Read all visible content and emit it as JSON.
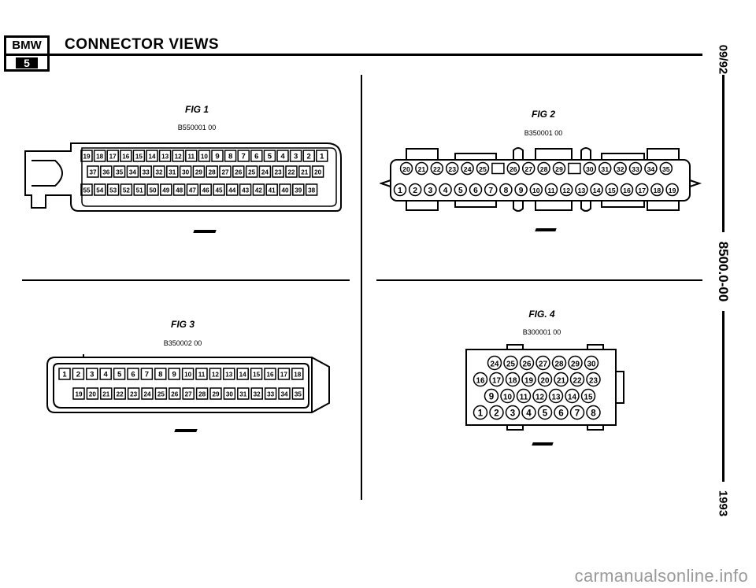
{
  "header": {
    "logo_text": "BMW",
    "logo_series": "5",
    "title": "CONNECTOR VIEWS"
  },
  "side_text": {
    "date": "09/92",
    "doc_number": "8500.0-00",
    "year": "1993"
  },
  "figures": [
    {
      "label": "FIG 1",
      "code": "B550001 00",
      "rows": [
        [
          "19",
          "18",
          "17",
          "16",
          "15",
          "14",
          "13",
          "12",
          "11",
          "10",
          "9",
          "8",
          "7",
          "6",
          "5",
          "4",
          "3",
          "2",
          "1"
        ],
        [
          "37",
          "36",
          "35",
          "34",
          "33",
          "32",
          "31",
          "30",
          "29",
          "28",
          "27",
          "26",
          "25",
          "24",
          "23",
          "22",
          "21",
          "20"
        ],
        [
          "55",
          "54",
          "53",
          "52",
          "51",
          "50",
          "49",
          "48",
          "47",
          "46",
          "45",
          "44",
          "43",
          "42",
          "41",
          "40",
          "39",
          "38"
        ]
      ]
    },
    {
      "label": "FIG 2",
      "code": "B350001 00",
      "rows": [
        [
          "20",
          "21",
          "22",
          "23",
          "24",
          "25",
          "",
          "26",
          "27",
          "28",
          "29",
          "",
          "30",
          "31",
          "32",
          "33",
          "34",
          "35"
        ],
        [
          "1",
          "2",
          "3",
          "4",
          "5",
          "6",
          "7",
          "8",
          "9",
          "10",
          "11",
          "12",
          "13",
          "14",
          "15",
          "16",
          "17",
          "18",
          "19"
        ]
      ]
    },
    {
      "label": "FIG 3",
      "code": "B350002 00",
      "rows": [
        [
          "1",
          "2",
          "3",
          "4",
          "5",
          "6",
          "7",
          "8",
          "9",
          "10",
          "11",
          "12",
          "13",
          "14",
          "15",
          "16",
          "17",
          "18"
        ],
        [
          "19",
          "20",
          "21",
          "22",
          "23",
          "24",
          "25",
          "26",
          "27",
          "28",
          "29",
          "30",
          "31",
          "32",
          "33",
          "34",
          "35"
        ]
      ]
    },
    {
      "label": "FIG. 4",
      "code": "B300001 00",
      "rows": [
        [
          "24",
          "25",
          "26",
          "27",
          "28",
          "29",
          "30"
        ],
        [
          "16",
          "17",
          "18",
          "19",
          "20",
          "21",
          "22",
          "23"
        ],
        [
          "9",
          "10",
          "11",
          "12",
          "13",
          "14",
          "15"
        ],
        [
          "1",
          "2",
          "3",
          "4",
          "5",
          "6",
          "7",
          "8"
        ]
      ]
    }
  ],
  "watermark": "carmanualsonline.info"
}
